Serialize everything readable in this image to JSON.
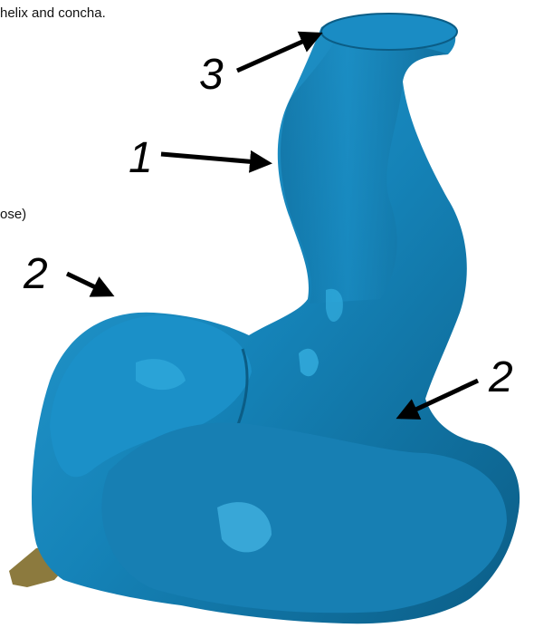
{
  "caption_fragment_top": "helix and concha.",
  "caption_fragment_left": "ose)",
  "labels": {
    "label_1": "1",
    "label_2_left": "2",
    "label_2_right": "2",
    "label_3": "3"
  },
  "colors": {
    "ear_model": "#1583b8",
    "ear_highlight": "#39b5e6",
    "ear_shadow": "#0b5d86",
    "arrow": "#000000",
    "tissue": "#8c7a3e"
  }
}
